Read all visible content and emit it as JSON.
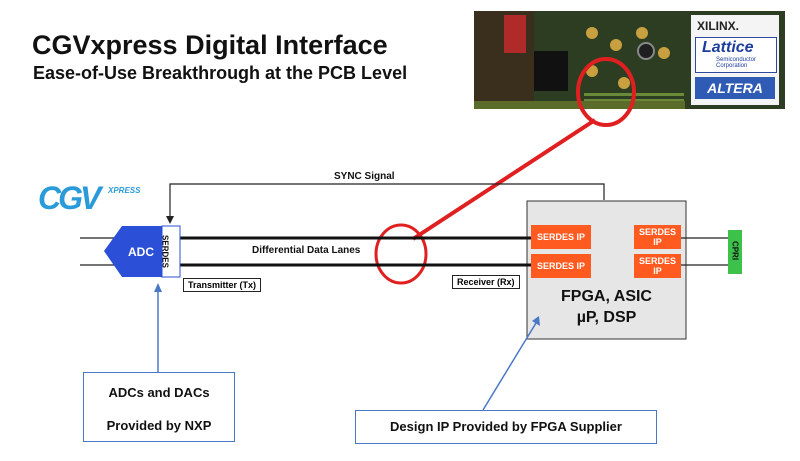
{
  "header": {
    "title": "CGVxpress Digital Interface",
    "subtitle": "Ease-of-Use Breakthrough at the PCB Level"
  },
  "photo": {
    "logos": {
      "xilinx": "XILINX.",
      "lattice": "Lattice",
      "lattice_sub_1": "Semiconductor",
      "lattice_sub_2": "Corporation",
      "altera": "ALTERA"
    }
  },
  "brand": {
    "logo_letters": "CGV",
    "logo_suffix": "XPRESS"
  },
  "diagram": {
    "sync_label": "SYNC Signal",
    "lanes_label": "Differential Data Lanes",
    "adc_label": "ADC",
    "serdes_label": "SERDES",
    "tx_label": "Transmitter (Tx)",
    "rx_label": "Receiver (Rx)",
    "fpga_line1": "FPGA, ASIC",
    "fpga_line2": "µP, DSP",
    "serdes_ip_blocks": [
      "SERDES IP",
      "SERDES IP",
      "SERDES IP",
      "SERDES IP"
    ],
    "cpri_label": "CPRI"
  },
  "callouts": {
    "nxp_line1": "ADCs and DACs",
    "nxp_line2": "Provided by NXP",
    "fpga_supplier": "Design IP Provided by FPGA Supplier"
  },
  "colors": {
    "accent_orange": "#ff5a1f",
    "adc_blue": "#2b4fd6",
    "cpri_green": "#3cc24a",
    "highlight_red": "#e02020",
    "callout_blue": "#4a78c8"
  }
}
